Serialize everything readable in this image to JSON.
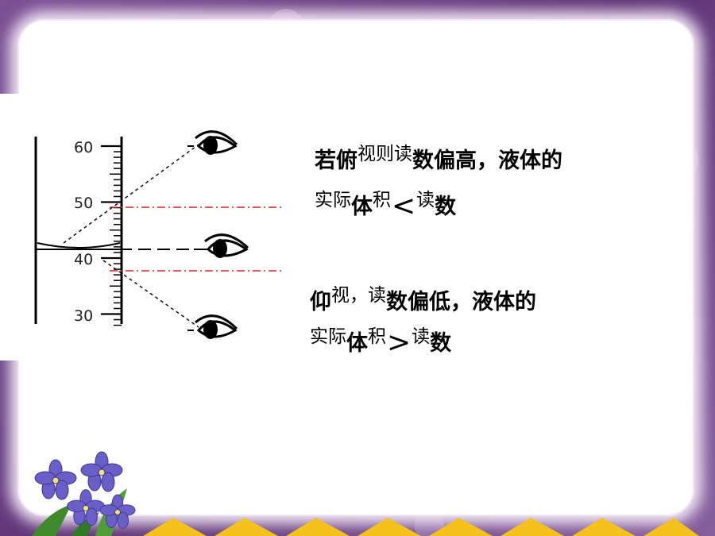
{
  "diagram": {
    "scale_labels": [
      "60",
      "50",
      "40",
      "30"
    ]
  },
  "statements": {
    "top": {
      "line1": [
        {
          "text": "若俯",
          "style": "lg"
        },
        {
          "text": "视则读",
          "style": "sm"
        },
        {
          "text": "数偏高，液体的",
          "style": "lg"
        }
      ],
      "line2": [
        {
          "text": "实际",
          "style": "sm"
        },
        {
          "text": "体",
          "style": "lg"
        },
        {
          "text": "积",
          "style": "sm"
        },
        {
          "text": "<",
          "style": "op"
        },
        {
          "text": "读",
          "style": "sm"
        },
        {
          "text": "数",
          "style": "lg"
        }
      ]
    },
    "bottom": {
      "line1": [
        {
          "text": "仰",
          "style": "lg"
        },
        {
          "text": "视，读",
          "style": "sm"
        },
        {
          "text": "数偏低，液体的",
          "style": "lg"
        }
      ],
      "line2": [
        {
          "text": "实际",
          "style": "sm"
        },
        {
          "text": "体",
          "style": "lg"
        },
        {
          "text": "积",
          "style": "sm"
        },
        {
          "text": ">",
          "style": "op"
        },
        {
          "text": "读",
          "style": "sm"
        },
        {
          "text": "数",
          "style": "lg"
        }
      ]
    }
  },
  "colors": {
    "frame_purple": "#6b3f83",
    "dashed_red": "#e0202a",
    "flower_violet": "#6a5fc8",
    "banner_yellow": "#f4c21a"
  }
}
